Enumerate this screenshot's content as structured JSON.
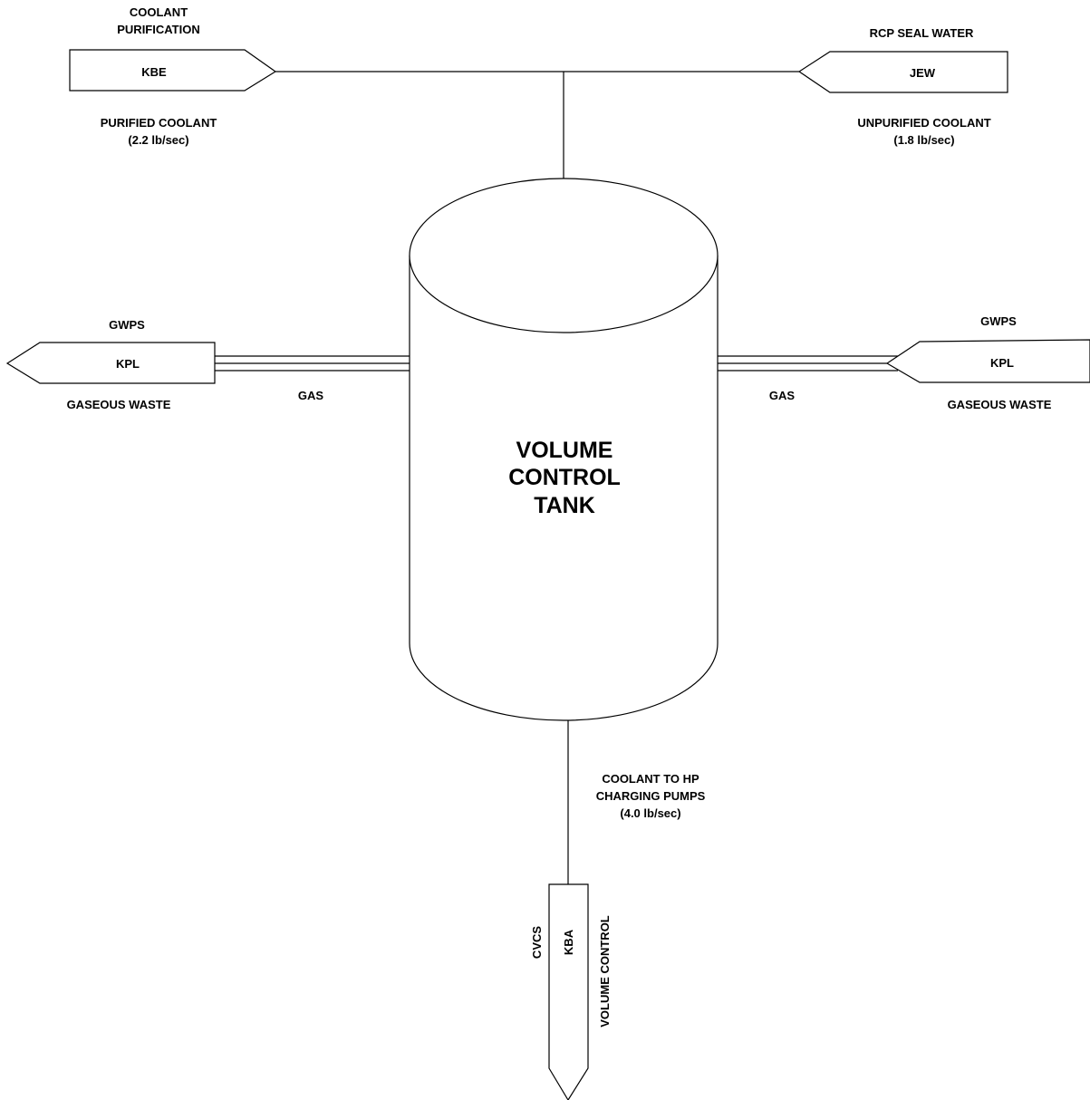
{
  "tank": {
    "line1": "VOLUME",
    "line2": "CONTROL",
    "line3": "TANK"
  },
  "kbe": {
    "system_line1": "COOLANT",
    "system_line2": "PURIFICATION",
    "code": "KBE",
    "flow_line1": "PURIFIED COOLANT",
    "flow_line2": "(2.2 lb/sec)"
  },
  "jew": {
    "system": "RCP SEAL WATER",
    "code": "JEW",
    "flow_line1": "UNPURIFIED COOLANT",
    "flow_line2": "(1.8 lb/sec)"
  },
  "kpl_left": {
    "system": "GWPS",
    "code": "KPL",
    "description": "GASEOUS WASTE",
    "line_label": "GAS"
  },
  "kpl_right": {
    "system": "GWPS",
    "code": "KPL",
    "description": "GASEOUS WASTE",
    "line_label": "GAS"
  },
  "kba": {
    "system": "CVCS",
    "code": "KBA",
    "description": "VOLUME CONTROL",
    "flow_line1": "COOLANT TO HP",
    "flow_line2": "CHARGING PUMPS",
    "flow_line3": "(4.0 lb/sec)"
  }
}
